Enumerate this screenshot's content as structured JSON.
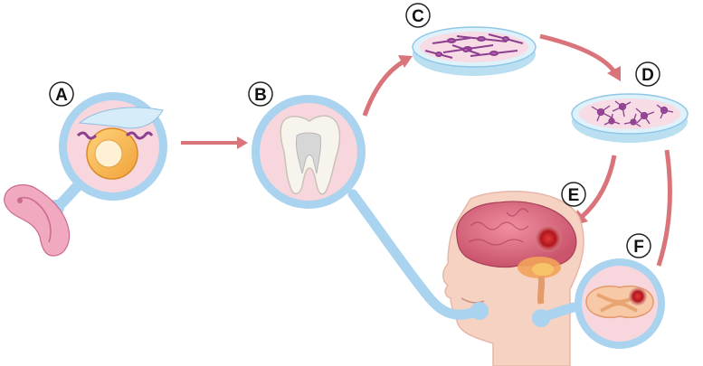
{
  "labels": {
    "a": "A",
    "b": "B",
    "c": "C",
    "d": "D",
    "e": "E",
    "f": "F"
  },
  "colors": {
    "arrow": "#d9747a",
    "bubble_rim": "#a9d3ef",
    "bubble_fill": "#f8d6de",
    "dish_rim": "#b9dff1",
    "dish_fill": "#f7dce5",
    "cell": "#8c3f8e",
    "skin": "#f6d2c2",
    "brain": "#d9627a",
    "lesion": "#b0151f"
  }
}
